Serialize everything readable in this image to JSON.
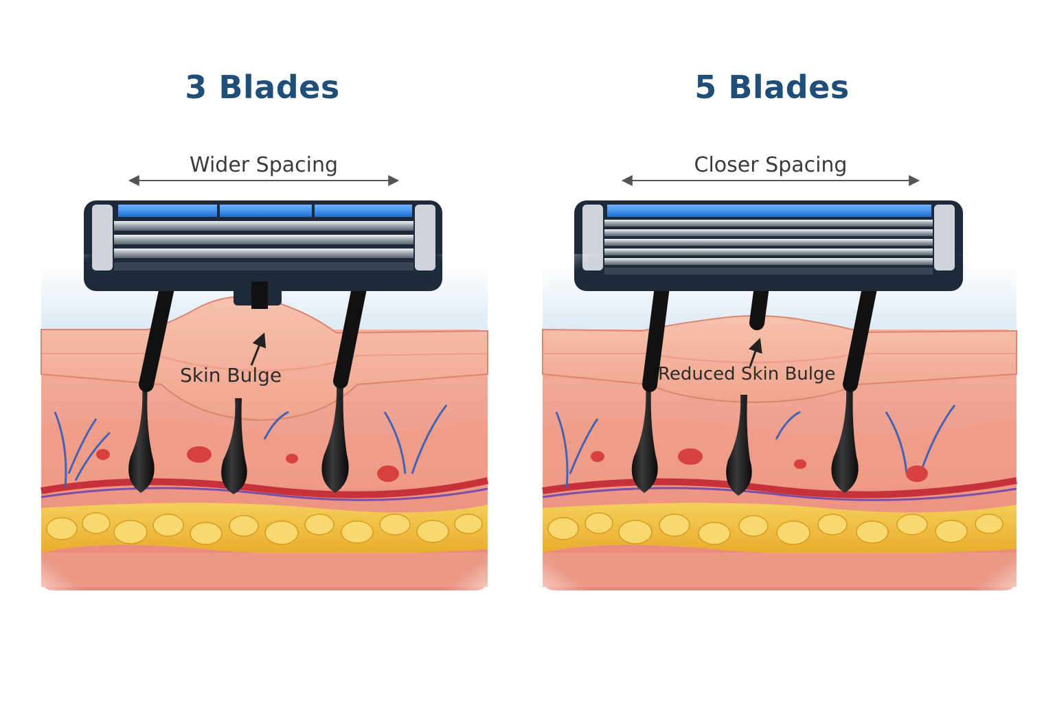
{
  "panels": [
    {
      "title": "3 Blades",
      "spacing_label": "Wider Spacing",
      "bulge_label": "Skin Bulge"
    },
    {
      "title": "5 Blades",
      "spacing_label": "Closer Spacing",
      "bulge_label": "Reduced Skin Bulge"
    }
  ],
  "colors": {
    "title": "#1f4e79",
    "skin": "#f2a48f",
    "fat": "#f2c23c",
    "cartridge": "#1e2a3a",
    "lubricant_strip": "#2f8de4"
  }
}
